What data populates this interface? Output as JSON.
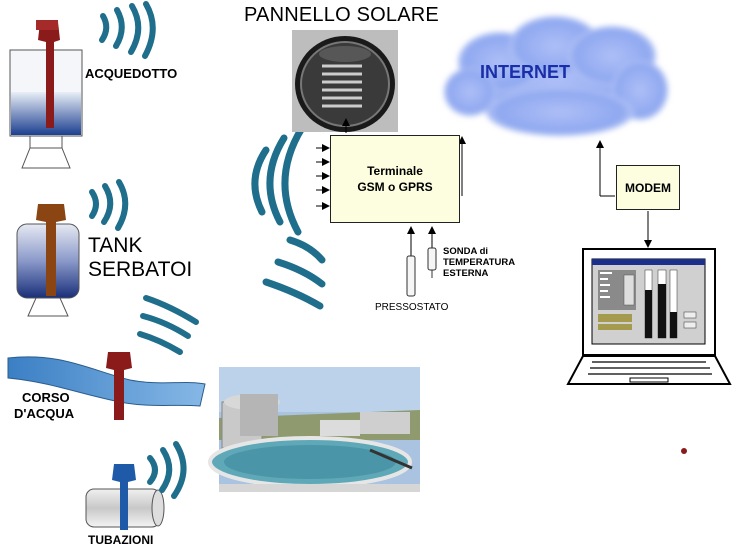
{
  "labels": {
    "panel": "PANNELLO SOLARE",
    "acquedotto": "ACQUEDOTTO",
    "tank_line1": "TANK",
    "tank_line2": "SERBATOI",
    "corso_line1": "CORSO",
    "corso_line2": "D'ACQUA",
    "tubazioni": "TUBAZIONI",
    "terminal_line1": "Terminale",
    "terminal_line2": "GSM o GPRS",
    "pressostato": "PRESSOSTATO",
    "sonda_line1": "SONDA di",
    "sonda_line2": "TEMPERATURA",
    "sonda_line3": "ESTERNA",
    "internet": "INTERNET",
    "modem": "MODEM"
  },
  "colors": {
    "wave": "#1f6e8c",
    "sensor_red": "#8b1a1a",
    "sensor_brown": "#8b4513",
    "sensor_blue": "#1e5aa8",
    "water": "#1c3f8f",
    "cloud": "#8fa8f0",
    "box_fill": "#fdfddf"
  }
}
